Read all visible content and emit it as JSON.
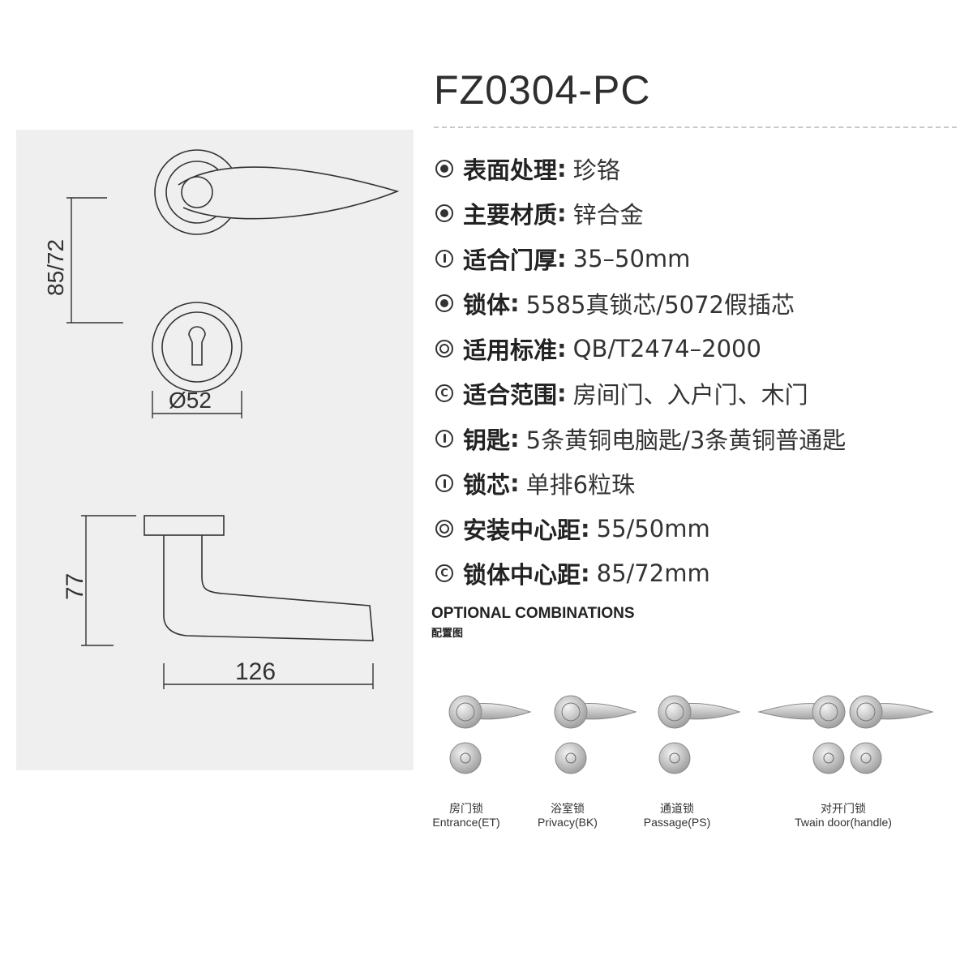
{
  "product": {
    "model": "FZ0304-PC"
  },
  "drawing": {
    "height_dim": "85/72",
    "rose_dim": "Ø52",
    "lever_height_dim": "77",
    "lever_length_dim": "126"
  },
  "specs": [
    {
      "icon": "finish-icon",
      "label": "表面处理",
      "value": "珍铬"
    },
    {
      "icon": "material-icon",
      "label": "主要材质",
      "value": "锌合金"
    },
    {
      "icon": "door-thickness-icon",
      "label": "适合门厚",
      "value": "35–50mm"
    },
    {
      "icon": "lock-body-icon",
      "label": "锁体",
      "value": "5585真锁芯/5072假插芯"
    },
    {
      "icon": "standard-icon",
      "label": "适用标准",
      "value": "QB/T2474–2000"
    },
    {
      "icon": "scope-icon",
      "label": "适合范围",
      "value": "房间门、入户门、木门"
    },
    {
      "icon": "key-icon",
      "label": "钥匙",
      "value": "5条黄铜电脑匙/3条黄铜普通匙"
    },
    {
      "icon": "cylinder-icon",
      "label": "锁芯",
      "value": "单排6粒珠"
    },
    {
      "icon": "install-icon",
      "label": "安装中心距",
      "value": "55/50mm"
    },
    {
      "icon": "center-distance-icon",
      "label": "锁体中心距",
      "value": "85/72mm"
    }
  ],
  "optional": {
    "title": "OPTIONAL COMBINATIONS",
    "subtitle": "配置图",
    "combos": [
      {
        "cn": "房门锁",
        "en": "Entrance(ET)"
      },
      {
        "cn": "浴室锁",
        "en": "Privacy(BK)"
      },
      {
        "cn": "通道锁",
        "en": "Passage(PS)"
      },
      {
        "cn": "对开门锁",
        "en": "Twain door(handle)"
      }
    ]
  },
  "colors": {
    "panel": "#efefef",
    "line": "#333333",
    "text": "#2a2a2a"
  }
}
